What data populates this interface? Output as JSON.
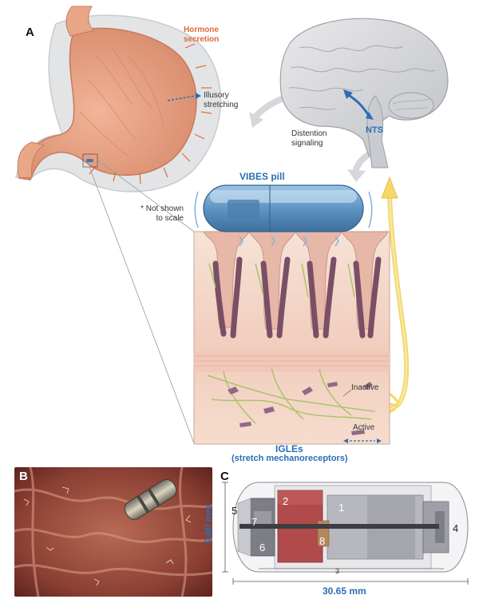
{
  "panel_a": {
    "letter": "A",
    "hormone_secretion": "Hormone\nsecretion",
    "illusory_stretching": "Illusory\nstretching",
    "distention_signaling": "Distention\nsignaling",
    "nts": "NTS",
    "vibes_pill": "VIBES pill",
    "not_to_scale": "* Not shown\nto scale",
    "inactive": "Inactive",
    "active": "Active",
    "igles": "IGLEs",
    "igles_sub": "(stretch mechanoreceptors)"
  },
  "panel_b": {
    "letter": "B"
  },
  "panel_c": {
    "letter": "C",
    "height_dim": "9.80 mm",
    "length_dim": "30.65 mm",
    "components": [
      "1",
      "2",
      "3",
      "4",
      "5",
      "6",
      "7",
      "8"
    ]
  },
  "colors": {
    "dimension_blue": "#2a6fb5",
    "hormone_orange": "#e06a3a",
    "nerve_yellow": "#f3d86a"
  }
}
